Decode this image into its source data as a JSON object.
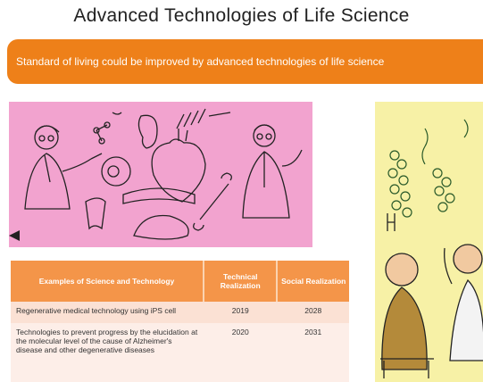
{
  "title": "Advanced Technologies of Life Science",
  "banner": "Standard of living could be improved by advanced technologies of life science",
  "table": {
    "headers": [
      "Examples of Science and Technology",
      "Technical Realization",
      "Social Realization"
    ],
    "rows": [
      {
        "example": "Regenerative medical technology using iPS cell",
        "technical": "2019",
        "social": "2028"
      },
      {
        "example": "Technologies to prevent progress by the elucidation at the molecular level of the cause of Alzheimer's disease and other degenerative diseases",
        "technical": "2020",
        "social": "2031"
      }
    ]
  },
  "colors": {
    "banner": "#ee8019",
    "table_header": "#f49549",
    "pink_panel": "#f2a3cf",
    "yellow_panel": "#f7f1a6"
  }
}
